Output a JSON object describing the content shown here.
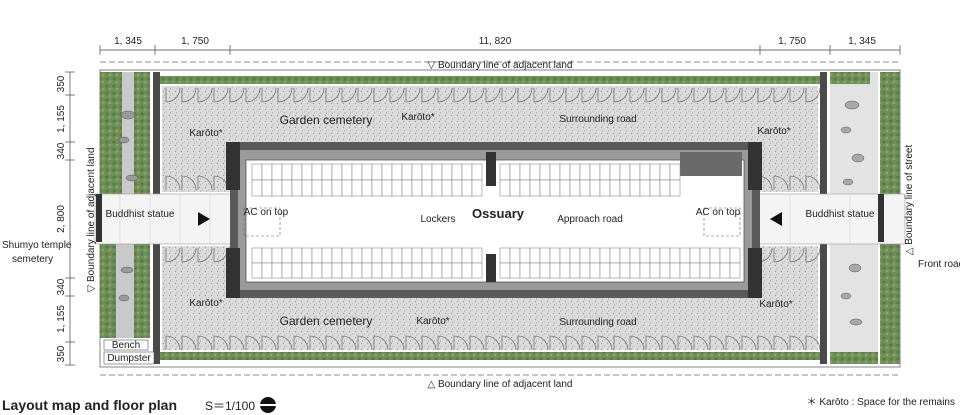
{
  "dimensions": {
    "top": [
      "1, 345",
      "1, 750",
      "11, 820",
      "1, 750",
      "1, 345"
    ],
    "left": [
      "350",
      "1, 155",
      "340",
      "2, 800",
      "340",
      "1, 155",
      "350"
    ]
  },
  "boundary": {
    "top": "▽ Boundary line of adjacent land",
    "bottom": "△ Boundary line of adjacent land",
    "left": "▽ Boundary line of adjacent land",
    "right": "△ Boundary line of street"
  },
  "labels": {
    "garden_cemetery": "Garden cemetery",
    "karoto_star": "Karōto*",
    "surrounding_road": "Surrounding road",
    "buddhist_statue": "Buddhist statue",
    "ac_on_top": "AC on top",
    "lockers": "Lockers",
    "ossuary": "Ossuary",
    "approach_road": "Approach road",
    "shumyo": "Shumyo temple semetery",
    "front_road": "Front road",
    "bench": "Bench",
    "dumpster": "Dumpster"
  },
  "title": "Layout map and floor plan",
  "scale": "S＝1/100",
  "footnote": "＊ Karōto : Space for the remains"
}
